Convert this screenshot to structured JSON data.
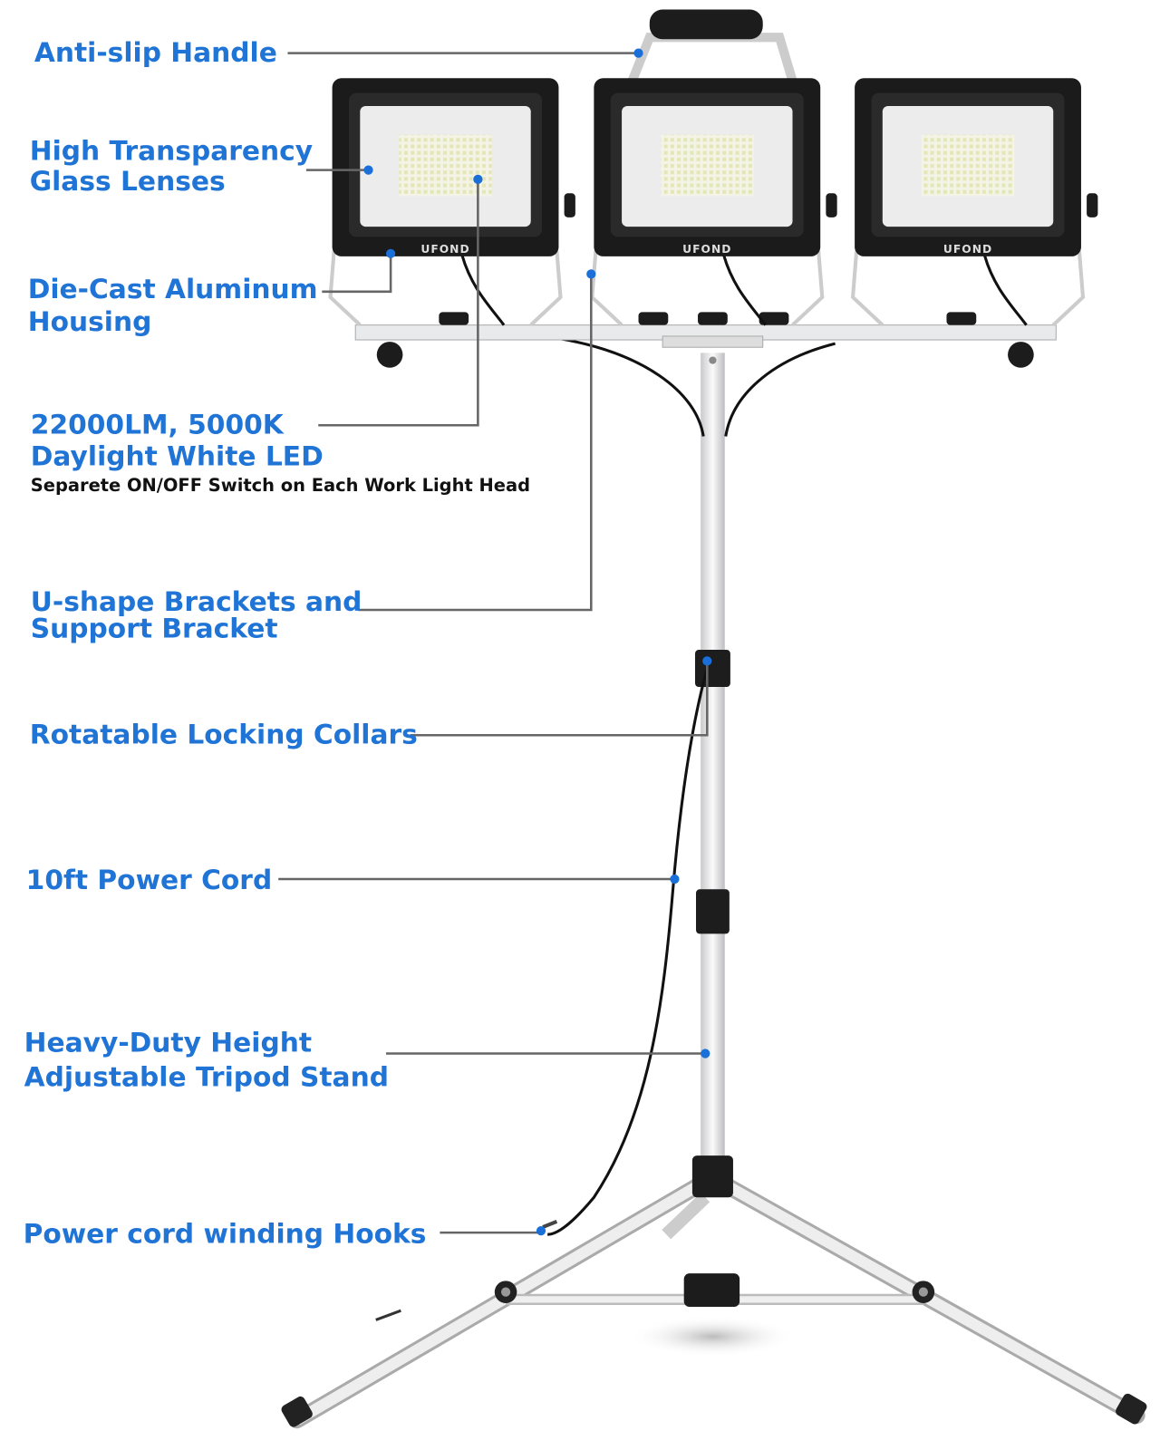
{
  "colors": {
    "label": "#1f74d6",
    "dot": "#1a6fd8",
    "leader": "#666666",
    "housing": "#1b1b1b",
    "stand": "#e8e9eb"
  },
  "brand": "UFOND",
  "callouts": [
    {
      "lines": [
        "Anti-slip Handle"
      ]
    },
    {
      "lines": [
        "High Transparency",
        "Glass Lenses"
      ]
    },
    {
      "lines": [
        "Die-Cast Aluminum",
        "Housing"
      ]
    },
    {
      "lines": [
        "22000LM, 5000K",
        "Daylight White LED"
      ],
      "note": "Separete ON/OFF Switch on Each Work Light Head"
    },
    {
      "lines": [
        "U-shape Brackets and",
        "Support Bracket"
      ]
    },
    {
      "lines": [
        "Rotatable Locking Collars"
      ]
    },
    {
      "lines": [
        "10ft Power Cord"
      ]
    },
    {
      "lines": [
        "Heavy-Duty Height",
        "Adjustable Tripod Stand"
      ]
    },
    {
      "lines": [
        "Power cord winding Hooks"
      ]
    }
  ]
}
